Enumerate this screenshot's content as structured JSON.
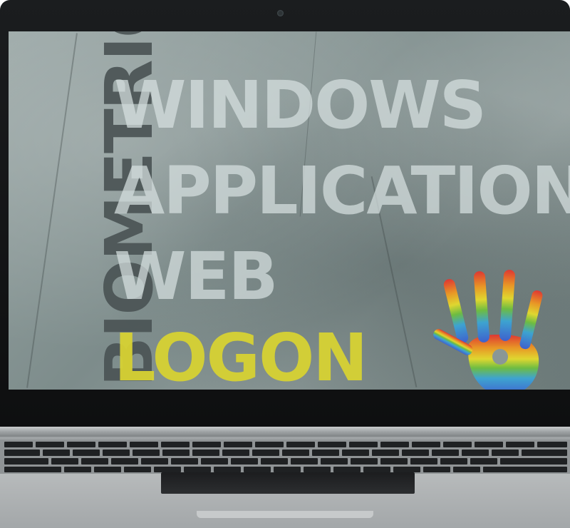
{
  "screen": {
    "vertical_word": "BIOMETRIC",
    "lines": [
      "WINDOWS",
      "APPLICATION",
      "WEB",
      "LOGON"
    ],
    "accent_color": "#d7d233",
    "text_color": "#d7e1e0",
    "vertical_color": "#4b5455",
    "hand_icon": "rainbow-handprint-icon"
  },
  "device": {
    "type": "laptop",
    "bezel_color": "#121416",
    "body_color": "#a9adaf"
  }
}
